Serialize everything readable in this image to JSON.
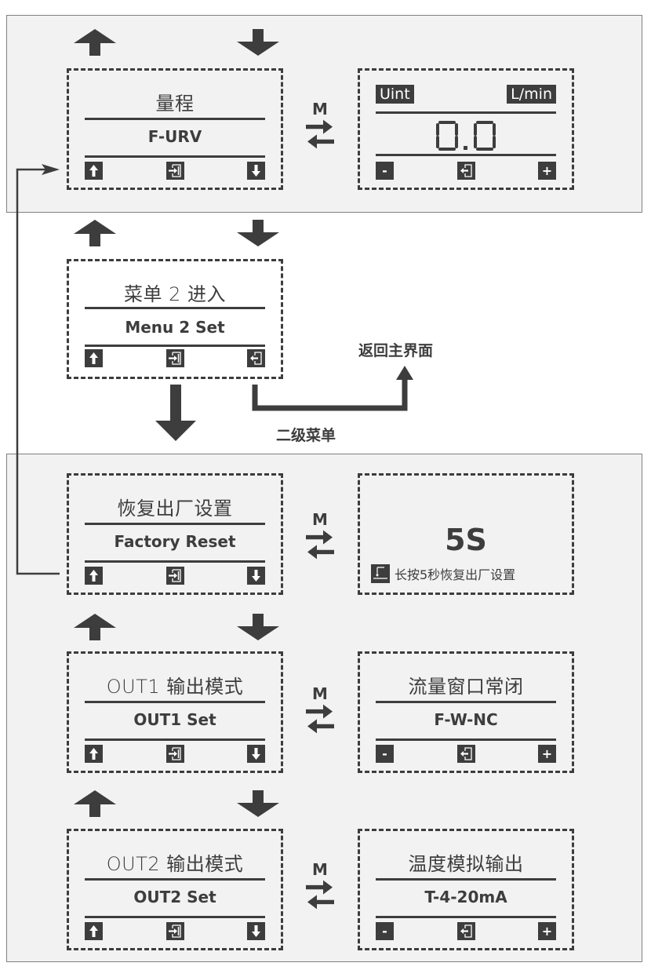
{
  "colors": {
    "ink": "#3d3d3d",
    "panel_bg": "#f2f2f2",
    "panel_border": "#808080",
    "background": "#ffffff"
  },
  "icons": {
    "up": "arrow-up-icon",
    "down": "arrow-down-icon",
    "enter": "enter-icon",
    "exit": "exit-icon",
    "minus": "minus-icon",
    "plus": "plus-icon",
    "long_press": "long-press-icon",
    "mode_switch": "mode-switch-arrows-icon"
  },
  "top_panel": {
    "menu_screen": {
      "title": "量程",
      "value": "F-URV",
      "buttons": [
        "up",
        "enter",
        "down"
      ]
    },
    "mode_key": "M",
    "edit_screen": {
      "unit_label": "Uint",
      "unit_value": "L/min",
      "reading": "0.0",
      "buttons": [
        "-",
        "exit",
        "+"
      ],
      "minus": "-",
      "plus": "+"
    }
  },
  "menu2": {
    "title": "菜单 2 进入",
    "value": "Menu 2 Set",
    "buttons": [
      "up",
      "enter",
      "exit"
    ],
    "return_label": "返回主界面",
    "submenu_label": "二级菜单"
  },
  "bottom_panel": {
    "factory_reset": {
      "title": "恢复出厂设置",
      "value": "Factory Reset",
      "buttons": [
        "up",
        "enter",
        "down"
      ],
      "mode_key": "M",
      "confirm": {
        "big_text": "5S",
        "hint": "长按5秒恢复出厂设置"
      }
    },
    "out1": {
      "title": "OUT1 输出模式",
      "value": "OUT1 Set",
      "buttons": [
        "up",
        "enter",
        "down"
      ],
      "mode_key": "M",
      "option": {
        "title": "流量窗口常闭",
        "value": "F-W-NC",
        "minus": "-",
        "plus": "+"
      }
    },
    "out2": {
      "title": "OUT2 输出模式",
      "value": "OUT2 Set",
      "buttons": [
        "up",
        "enter",
        "down"
      ],
      "mode_key": "M",
      "option": {
        "title": "温度模拟输出",
        "value": "T-4-20mA",
        "minus": "-",
        "plus": "+"
      }
    }
  }
}
